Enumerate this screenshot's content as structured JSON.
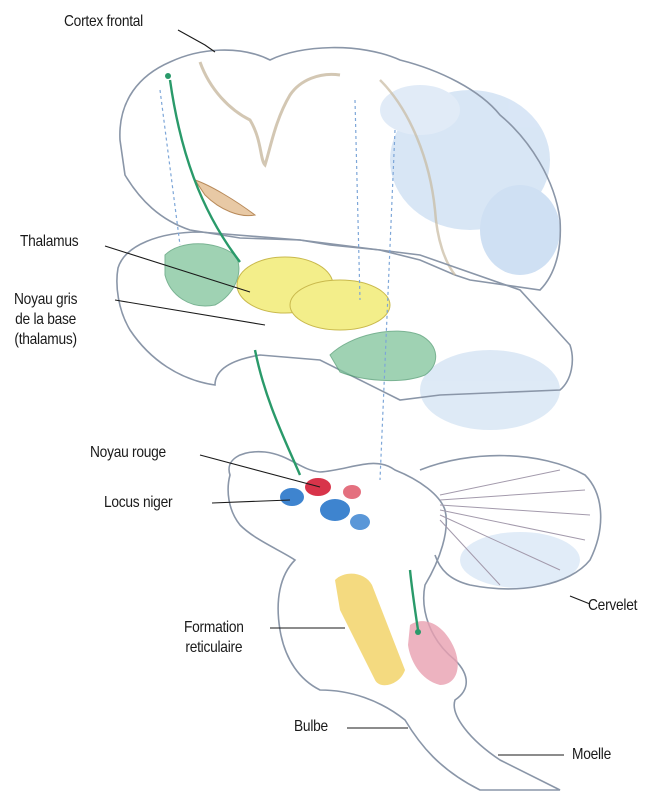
{
  "labels": {
    "cortex_frontal": "Cortex frontal",
    "thalamus": "Thalamus",
    "noyau_gris_line1": "Noyau gris",
    "noyau_gris_line2": "de la base",
    "noyau_gris_line3": "(thalamus)",
    "noyau_rouge": "Noyau rouge",
    "locus_niger": "Locus niger",
    "formation_line1": "Formation",
    "formation_line2": "reticulaire",
    "bulbe": "Bulbe",
    "cervelet": "Cervelet",
    "moelle": "Moelle"
  },
  "colors": {
    "outline": "#8a96a8",
    "thalamus_fill": "#f3ee8a",
    "basal_ganglia_fill": "#7fc49a",
    "red_nucleus": "#d8344a",
    "substantia_nigra": "#3e84cf",
    "reticular_formation": "#f2d36a",
    "pathway_green": "#2a9a6a",
    "cortex_tint": "#b9d2ee"
  }
}
